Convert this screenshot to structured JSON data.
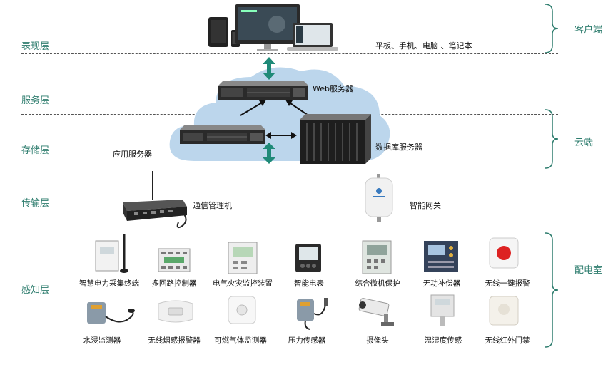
{
  "layers": {
    "presentation": "表现层",
    "service": "服务层",
    "storage": "存储层",
    "transport": "传输层",
    "perception": "感知层"
  },
  "sides": {
    "client": "客户端",
    "cloud": "云端",
    "distribution_room": "配电室"
  },
  "labels": {
    "client_devices": "平板、手机、电脑 、笔记本",
    "web_server": "Web服务器",
    "app_server": "应用服务器",
    "db_server": "数据库服务器",
    "comm_manager": "通信管理机",
    "smart_gateway": "智能网关"
  },
  "devices_row1": [
    "智慧电力采集终端",
    "多回路控制器",
    "电气火灾监控装置",
    "智能电表",
    "综合微机保护",
    "无功补偿器",
    "无线一键报警"
  ],
  "devices_row2": [
    "水浸监测器",
    "无线烟感报警器",
    "可燃气体监测器",
    "压力传感器",
    "摄像头",
    "温湿度传感",
    "无线红外门禁"
  ],
  "colors": {
    "layer_text": "#2e7d6e",
    "cloud": "#bcd6ec",
    "arrow_green": "#1f8a78",
    "brace": "#2e7d6e"
  }
}
